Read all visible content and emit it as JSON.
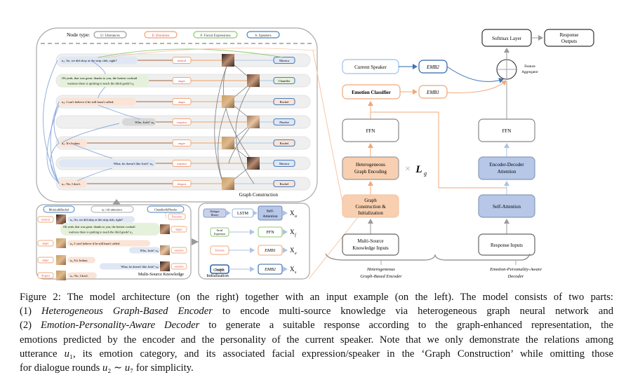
{
  "figure": {
    "node_legend": {
      "title": "Node type:",
      "items": [
        {
          "key": "U",
          "label": "Utterances",
          "color": "#9a9a9a"
        },
        {
          "key": "E",
          "label": "Emotions",
          "color": "#f0a070"
        },
        {
          "key": "F",
          "label": "Facial Expressions",
          "color": "#8cc870"
        },
        {
          "key": "S",
          "label": "Speakers",
          "color": "#4a7fc0"
        }
      ]
    },
    "graph_construction": {
      "label": "Graph Construction",
      "rows": [
        {
          "utterance": "u₁: So, we did okay at the strip club, right?",
          "emotion": "neutral",
          "speaker": "Monica"
        },
        {
          "utterance": "Oh yeah, that was great. thanks to you, the hottest cocktail waitress there is quitting to teach the third grade!  u₂",
          "utterance_line1": "Oh yeah, that was great. thanks to you, the hottest cocktail",
          "utterance_line2": "waitress there is quitting to teach the third grade!   u₂",
          "emotion": "anger",
          "speaker": "Chandler"
        },
        {
          "utterance": "u₃: I can't believe if he still hasn't called.",
          "emotion": "anger",
          "speaker": "Rachel"
        },
        {
          "utterance": "Who, Josh? :u₄",
          "emotion": "surprise",
          "speaker": "Phoebe"
        },
        {
          "utterance": "u₅: It's Joshua.",
          "emotion": "anger",
          "speaker": "Rachel"
        },
        {
          "utterance": "What, he doesn't like Josh? :u₆",
          "emotion": "surprise",
          "speaker": "Monica"
        },
        {
          "utterance": "u₇: No, I don't.",
          "emotion": "disgust",
          "speaker": "Rachel"
        }
      ]
    },
    "multi_source": {
      "label": "Multi-Source Knowledge",
      "left_speakers": "Monica&Rachel",
      "utterance_legend": "uᵢ: i-th utterance.",
      "right_speakers": "Chandler&Phoebe",
      "emotion_tag": "Emotion",
      "messages": [
        {
          "text": "u₁: So, we did okay at the strip club, right?",
          "emotion": "neutral",
          "side": "left"
        },
        {
          "text": "Oh yeah, that was great. thanks to you, the hottest cocktail waitress there is quitting to teach the third grade!  u₂",
          "line1": "Oh yeah, that was great. thanks to you, the hottest cocktail",
          "line2": "waitress there is quitting to teach the third grade!  u₂",
          "emotion": "anger",
          "side": "right"
        },
        {
          "text": "u₃: I can't believe if he still hasn't called.",
          "emotion": "anger",
          "side": "left"
        },
        {
          "text": "Who, Josh? :u₄",
          "emotion": "surprise",
          "side": "right"
        },
        {
          "text": "u₅: It's Joshua.",
          "emotion": "anger",
          "side": "left"
        },
        {
          "text": "What, he doesn't like Josh? :u₆",
          "emotion": "surprise",
          "side": "right"
        },
        {
          "text": "u₇: No, I don't.",
          "emotion": "disgust",
          "side": "left"
        }
      ]
    },
    "graph_init": {
      "label_line1": "Graph",
      "label_line2": "Initialization",
      "rows": [
        {
          "input_line1": "Dialogue",
          "input_line2": "History",
          "mid": "LSTM",
          "block_line1": "Self-",
          "block_line2": "Attention",
          "output": "X",
          "output_sub": "u"
        },
        {
          "input_line1": "Facial",
          "input_line2": "Expression",
          "block": "FFN",
          "output": "X",
          "output_sub": "f"
        },
        {
          "input": "Emotion",
          "block": "EMB1",
          "output": "X",
          "output_sub": "e"
        },
        {
          "input": "Speaker",
          "block": "EMB2",
          "output": "X",
          "output_sub": "s"
        }
      ]
    },
    "architecture": {
      "softmax": "Softmax Layer",
      "response_outputs_line1": "Response",
      "response_outputs_line2": "Outputs",
      "feature_aggregator_line1": "Feature",
      "feature_aggregator_line2": "Aggregator",
      "current_speaker": "Current Speaker",
      "emb2": "EMB2",
      "emotion_classifier": "Emotion Classifier",
      "emb1": "EMB1",
      "encoder": {
        "ffn": "FFN",
        "hge_line1": "Heterogeneous",
        "hge_line2": "Graph Encoding",
        "repeat_symbol": "×",
        "repeat_var": "L",
        "repeat_sub": "g",
        "gci_line1": "Graph",
        "gci_line2": "Construction &",
        "gci_line3": "Initialization",
        "inputs_line1": "Multi-Source",
        "inputs_line2": "Knowledge Inputs",
        "brace_label_line1": "Heterogeneous",
        "brace_label_line2": "Graph-Based Encoder"
      },
      "decoder": {
        "ffn": "FFN",
        "eda_line1": "Encoder-Decoder",
        "eda_line2": "Attention",
        "self_attention": "Self-Attention",
        "inputs": "Response Inputs",
        "brace_label_line1": "Emotion-Personality-Aware",
        "brace_label_line2": "Decoder"
      }
    },
    "colors": {
      "orange_fill": "#f8cfb0",
      "orange_stroke": "#f0a878",
      "blue_fill": "#b7c7e8",
      "blue_stroke": "#4a7fc0",
      "green_stroke": "#8cc870",
      "emotion_text": "#e0484f",
      "gray_line": "#8a8a8a"
    }
  },
  "caption": {
    "lines": [
      {
        "parts": [
          {
            "t": "Figure 2: The model architecture (on the right) together with an input example (on the left). The model consists of two parts:"
          }
        ]
      },
      {
        "parts": [
          {
            "t": "(1) "
          },
          {
            "t": "Heterogeneous Graph-Based Encoder",
            "i": true
          },
          {
            "t": " to encode multi-source knowledge via heterogeneous graph neural network and"
          }
        ]
      },
      {
        "parts": [
          {
            "t": "(2) "
          },
          {
            "t": "Emotion-Personality-Aware Decoder",
            "i": true
          },
          {
            "t": " to generate a suitable response according to the graph-enhanced representation, the"
          }
        ]
      },
      {
        "parts": [
          {
            "t": "emotions predicted by the encoder and the personality of the current speaker. Note that we only demonstrate the relations among"
          }
        ]
      },
      {
        "parts": [
          {
            "t": "utterance "
          },
          {
            "t": "u",
            "i": true
          },
          {
            "t": "₁, its emotion category, and its associated facial expression/speaker in the ‘Graph Construction’ while omitting those"
          }
        ]
      },
      {
        "parts": [
          {
            "t": "for dialogue rounds "
          },
          {
            "t": "u",
            "i": true
          },
          {
            "t": "₂ ∼ "
          },
          {
            "t": "u",
            "i": true
          },
          {
            "t": "₇ for simplicity."
          }
        ]
      }
    ]
  }
}
